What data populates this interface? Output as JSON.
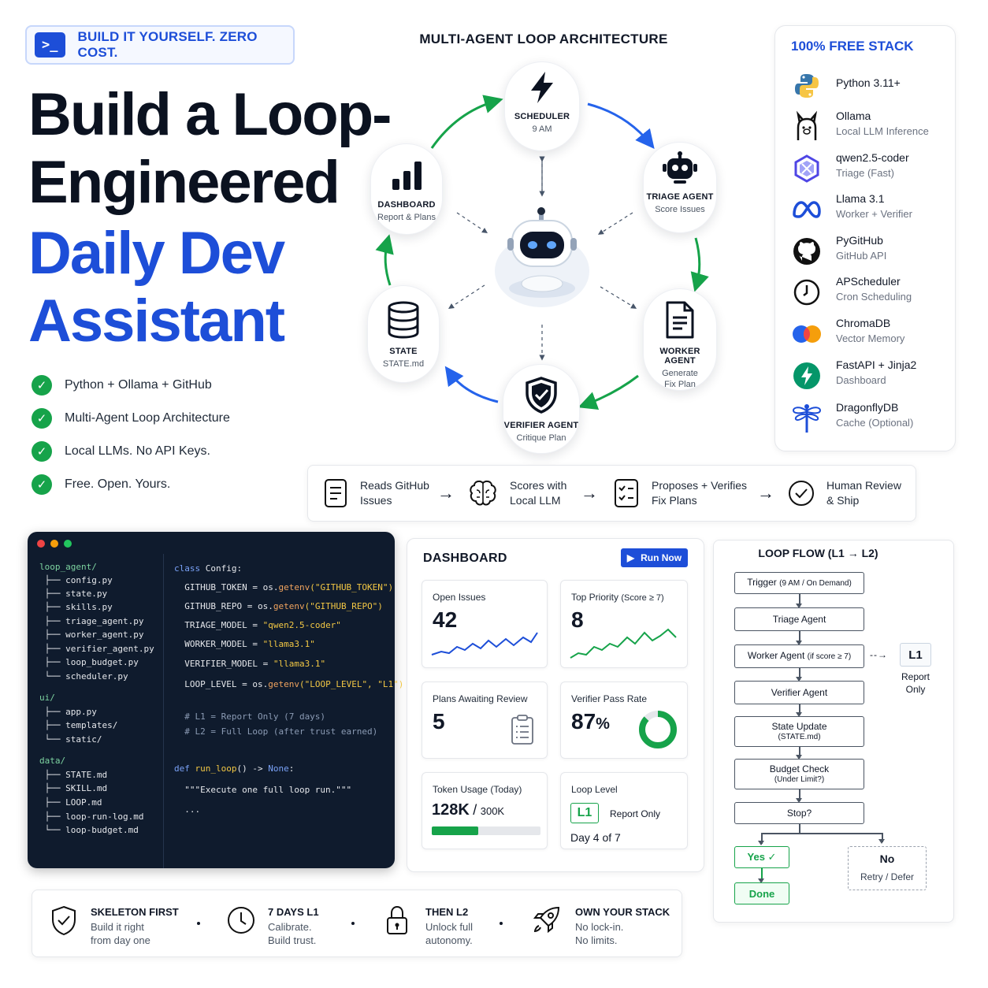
{
  "badge": {
    "label": "BUILD IT YOURSELF. ZERO COST.",
    "icon": "terminal-icon"
  },
  "headline": {
    "line1": "Build a Loop-",
    "line2": "Engineered",
    "line3": "Daily Dev",
    "line4": "Assistant"
  },
  "features": [
    "Python + Ollama + GitHub",
    "Multi-Agent Loop Architecture",
    "Local LLMs. No API Keys.",
    "Free. Open. Yours."
  ],
  "architecture": {
    "title": "MULTI-AGENT LOOP ARCHITECTURE",
    "nodes": {
      "scheduler": {
        "title": "SCHEDULER",
        "sub": "9 AM"
      },
      "triage": {
        "title": "TRIAGE AGENT",
        "sub": "Score Issues"
      },
      "worker": {
        "title": "WORKER AGENT",
        "sub1": "Generate",
        "sub2": "Fix Plan"
      },
      "verifier": {
        "title": "VERIFIER AGENT",
        "sub": "Critique Plan"
      },
      "state": {
        "title": "STATE",
        "sub": "STATE.md"
      },
      "dashboard": {
        "title": "DASHBOARD",
        "sub": "Report & Plans"
      }
    }
  },
  "stack": {
    "title": "100% FREE STACK",
    "items": [
      {
        "name": "Python 3.11+",
        "sub": "",
        "icon": "python-icon"
      },
      {
        "name": "Ollama",
        "sub": "Local LLM Inference",
        "icon": "ollama-icon"
      },
      {
        "name": "qwen2.5-coder",
        "sub": "Triage (Fast)",
        "icon": "qwen-icon"
      },
      {
        "name": "Llama 3.1",
        "sub": "Worker + Verifier",
        "icon": "meta-icon"
      },
      {
        "name": "PyGitHub",
        "sub": "GitHub API",
        "icon": "github-icon"
      },
      {
        "name": "APScheduler",
        "sub": "Cron Scheduling",
        "icon": "clock-icon"
      },
      {
        "name": "ChromaDB",
        "sub": "Vector Memory",
        "icon": "chromadb-icon"
      },
      {
        "name": "FastAPI + Jinja2",
        "sub": "Dashboard",
        "icon": "bolt-icon"
      },
      {
        "name": "DragonflyDB",
        "sub": "Cache (Optional)",
        "icon": "dragonfly-icon"
      }
    ]
  },
  "pipeline": [
    {
      "line1": "Reads GitHub",
      "line2": "Issues",
      "icon": "document-icon"
    },
    {
      "line1": "Scores with",
      "line2": "Local LLM",
      "icon": "brain-icon"
    },
    {
      "line1": "Proposes + Verifies",
      "line2": "Fix Plans",
      "icon": "checklist-icon"
    },
    {
      "line1": "Human Review",
      "line2": "& Ship",
      "icon": "check-circle-icon"
    }
  ],
  "code": {
    "tree": [
      {
        "text": "loop_agent/",
        "dir": true
      },
      {
        "text": " ├── config.py",
        "dir": false
      },
      {
        "text": " ├── state.py",
        "dir": false
      },
      {
        "text": " ├── skills.py",
        "dir": false
      },
      {
        "text": " ├── triage_agent.py",
        "dir": false
      },
      {
        "text": " ├── worker_agent.py",
        "dir": false
      },
      {
        "text": " ├── verifier_agent.py",
        "dir": false
      },
      {
        "text": " ├── loop_budget.py",
        "dir": false
      },
      {
        "text": " └── scheduler.py",
        "dir": false
      },
      {
        "text": "ui/",
        "dir": true
      },
      {
        "text": " ├── app.py",
        "dir": false
      },
      {
        "text": " ├── templates/",
        "dir": false
      },
      {
        "text": " └── static/",
        "dir": false
      },
      {
        "text": "data/",
        "dir": true
      },
      {
        "text": " ├── STATE.md",
        "dir": false
      },
      {
        "text": " ├── SKILL.md",
        "dir": false
      },
      {
        "text": " ├── LOOP.md",
        "dir": false
      },
      {
        "text": " ├── loop-run-log.md",
        "dir": false
      },
      {
        "text": " └── loop-budget.md",
        "dir": false
      }
    ],
    "lines": {
      "class_kw": "class",
      "class_name": " Config:",
      "l1_a": "  GITHUB_TOKEN = os.",
      "l1_f": "getenv",
      "l1_s": "(\"GITHUB_TOKEN\")",
      "l2_a": "  GITHUB_REPO = os.",
      "l2_f": "getenv",
      "l2_s": "(\"GITHUB_REPO\")",
      "l3_a": "  TRIAGE_MODEL = ",
      "l3_s": "\"qwen2.5-coder\"",
      "l4_a": "  WORKER_MODEL = ",
      "l4_s": "\"llama3.1\"",
      "l5_a": "  VERIFIER_MODEL = ",
      "l5_s": "\"llama3.1\"",
      "l6_a": "  LOOP_LEVEL = os.",
      "l6_f": "getenv",
      "l6_s": "(\"LOOP_LEVEL\", \"L1\")",
      "c1": "  # L1 = Report Only (7 days)",
      "c2": "  # L2 = Full Loop (after trust earned)",
      "def_kw": "def",
      "def_fn": " run_loop",
      "def_mid": "() -> ",
      "def_none": "None",
      "def_end": ":",
      "doc": "  \"\"\"Execute one full loop run.\"\"\"",
      "dots": "  ..."
    }
  },
  "dashboard": {
    "title": "DASHBOARD",
    "run_label": "Run Now",
    "open_issues": {
      "label": "Open Issues",
      "value": "42"
    },
    "top_priority": {
      "label": "Top Priority",
      "qual": "(Score ≥ 7)",
      "value": "8"
    },
    "plans_awaiting": {
      "label": "Plans Awaiting Review",
      "value": "5"
    },
    "verifier": {
      "label": "Verifier Pass Rate",
      "value": "87",
      "unit": "%",
      "rate": 0.87
    },
    "tokens": {
      "label": "Token Usage",
      "qual": "(Today)",
      "value": "128K",
      "sep": "/",
      "total": "300K",
      "fraction": 0.427
    },
    "loop_level": {
      "label": "Loop Level",
      "badge": "L1",
      "mode": "Report Only",
      "day": "Day 4 of 7"
    }
  },
  "flow": {
    "title": "LOOP FLOW (L1 → L2)",
    "trigger": "Trigger",
    "trigger_sub": "(9 AM / On Demand)",
    "triage": "Triage Agent",
    "worker": "Worker Agent",
    "worker_sub": "(if score ≥ 7)",
    "side_badge": "L1",
    "side_line1": "Report",
    "side_line2": "Only",
    "verifier": "Verifier Agent",
    "state": "State Update",
    "state_sub": "(STATE.md)",
    "budget": "Budget Check",
    "budget_sub": "(Under Limit?)",
    "stop": "Stop?",
    "yes": "Yes ✓",
    "done": "Done",
    "no": "No",
    "no_sub": "Retry / Defer"
  },
  "principles": [
    {
      "title": "SKELETON FIRST",
      "line1": "Build it right",
      "line2": "from day one",
      "icon": "shield-icon"
    },
    {
      "title": "7 DAYS L1",
      "line1": "Calibrate.",
      "line2": "Build trust.",
      "icon": "clock-icon"
    },
    {
      "title": "THEN L2",
      "line1": "Unlock full",
      "line2": "autonomy.",
      "icon": "lock-icon"
    },
    {
      "title": "OWN YOUR STACK",
      "line1": "No lock-in.",
      "line2": "No limits.",
      "icon": "rocket-icon"
    }
  ],
  "colors": {
    "brand_blue": "#1d4ed8",
    "success_green": "#16a34a",
    "code_bg": "#0f1b2d"
  }
}
